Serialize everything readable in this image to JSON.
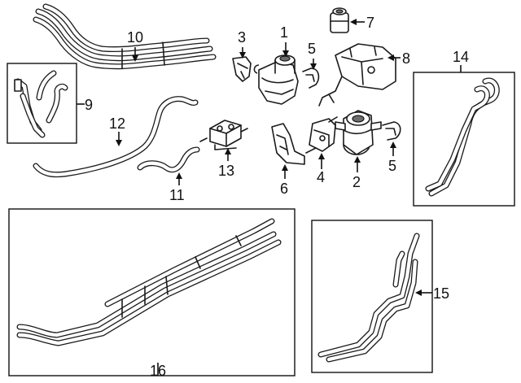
{
  "callouts": [
    {
      "id": "c1",
      "text": "1"
    },
    {
      "id": "c2",
      "text": "2"
    },
    {
      "id": "c3",
      "text": "3"
    },
    {
      "id": "c4",
      "text": "4"
    },
    {
      "id": "c5a",
      "text": "5"
    },
    {
      "id": "c5b",
      "text": "5"
    },
    {
      "id": "c6",
      "text": "6"
    },
    {
      "id": "c7",
      "text": "7"
    },
    {
      "id": "c8",
      "text": "8"
    },
    {
      "id": "c9",
      "text": "9"
    },
    {
      "id": "c10",
      "text": "10"
    },
    {
      "id": "c11",
      "text": "11"
    },
    {
      "id": "c12",
      "text": "12"
    },
    {
      "id": "c13",
      "text": "13"
    },
    {
      "id": "c14",
      "text": "14"
    },
    {
      "id": "c15",
      "text": "15"
    },
    {
      "id": "c16",
      "text": "16"
    }
  ]
}
